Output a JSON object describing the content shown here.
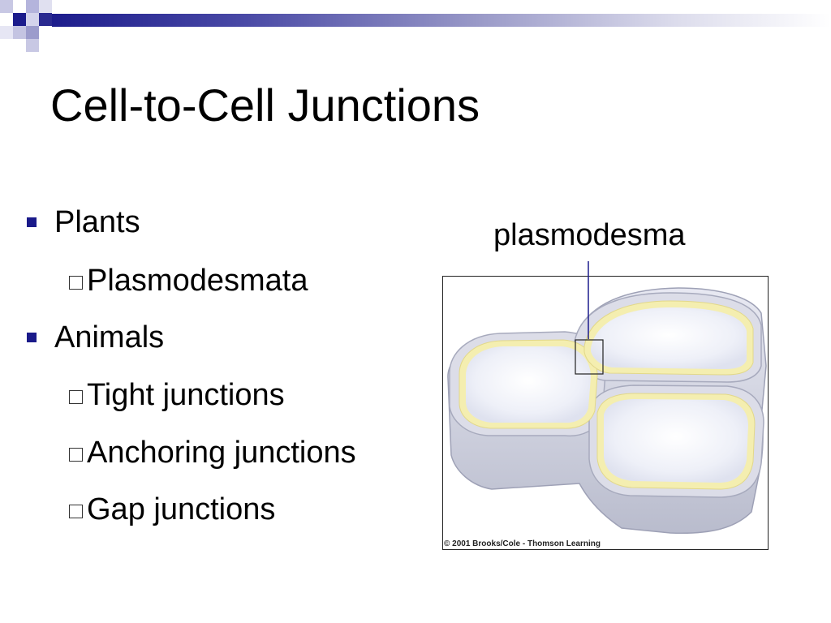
{
  "slide": {
    "title": "Cell-to-Cell Junctions"
  },
  "bullets": [
    {
      "level": 1,
      "text": "Plants"
    },
    {
      "level": 2,
      "text": "Plasmodesmata"
    },
    {
      "level": 1,
      "text": "Animals"
    },
    {
      "level": 2,
      "text": "Tight junctions"
    },
    {
      "level": 2,
      "text": "Anchoring junctions"
    },
    {
      "level": 2,
      "text": "Gap junctions"
    }
  ],
  "figure": {
    "callout_label": "plasmodesma",
    "credit": "© 2001 Brooks/Cole - Thomson Learning",
    "description_icon": "plant-cells-illustration"
  },
  "colors": {
    "accent": "#1a1a8a",
    "cell_wall": "#dcdde8",
    "cell_membrane": "#f4eeb0",
    "cell_interior": "#f6f7fc",
    "callout_line": "#1c1c8c"
  }
}
